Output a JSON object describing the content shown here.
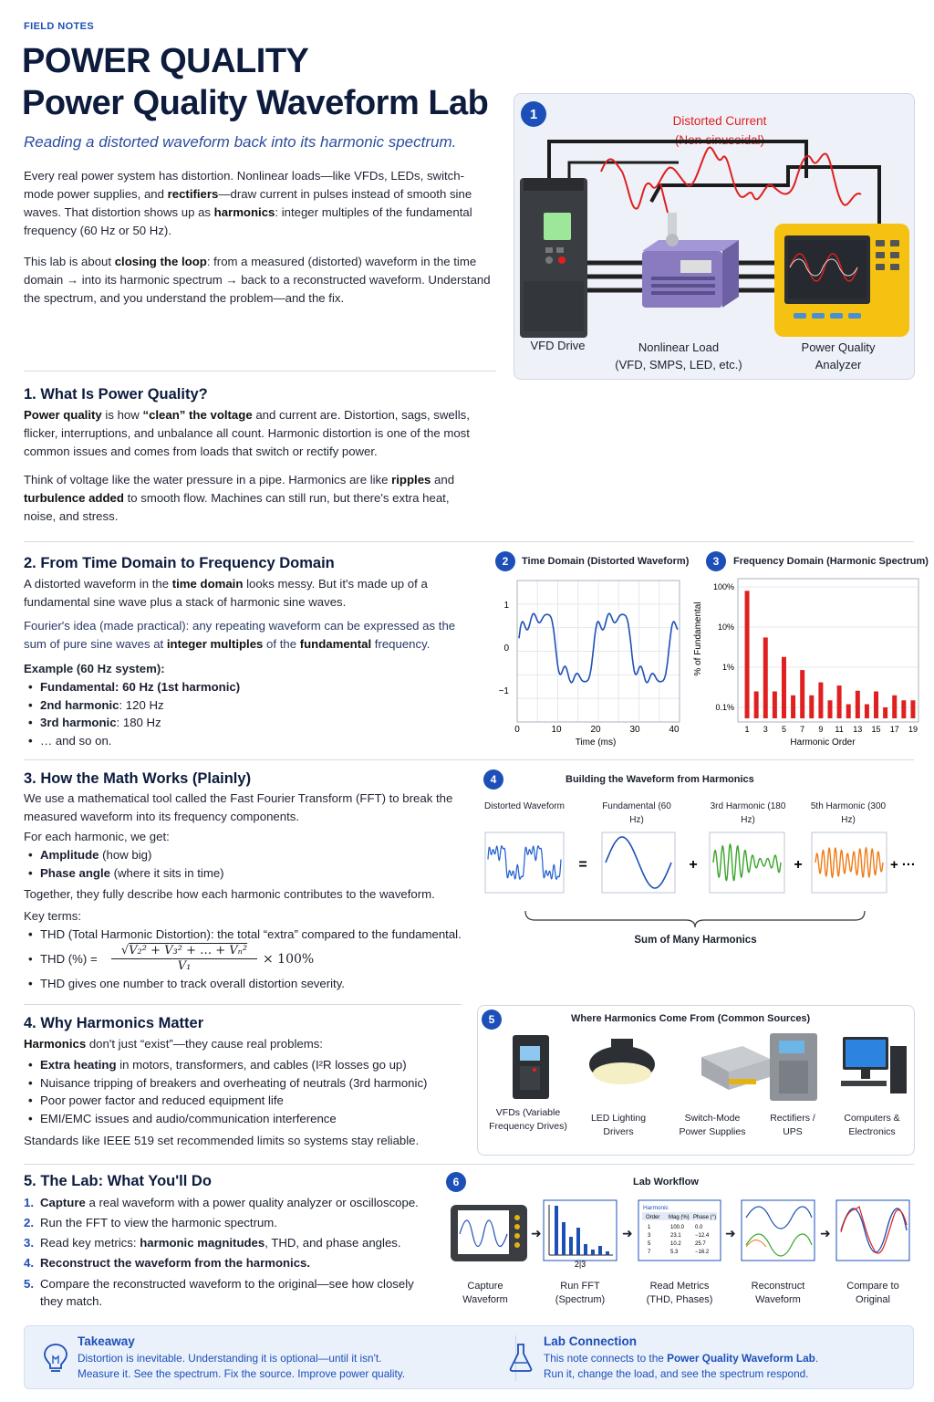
{
  "header": {
    "eyebrow": "FIELD NOTES",
    "title_line1": "POWER QUALITY",
    "title_line2": "Power Quality Waveform Lab",
    "subtitle": "Reading a distorted waveform back into its harmonic spectrum."
  },
  "intro": {
    "p1_a": "Every real power system has distortion. Nonlinear loads—like VFDs, LEDs, switch-mode power supplies, and ",
    "p1_b": "rectifiers",
    "p1_c": "—draw current in pulses instead of smooth sine waves. That distortion shows up as ",
    "p1_d": "harmonics",
    "p1_e": ": integer multiples of the fundamental frequency (60 Hz or 50 Hz).",
    "p2_a": "This lab is about ",
    "p2_b": "closing the loop",
    "p2_c": ": from a measured (distorted) waveform in the time domain → into its harmonic spectrum → back to a reconstructed waveform. Understand the spectrum, and you understand the problem—and the fix."
  },
  "hero": {
    "badge": "1",
    "distorted_label_1": "Distorted Current",
    "distorted_label_2": "(Non-sinusoidal)",
    "vfd": "VFD Drive",
    "load_1": "Nonlinear Load",
    "load_2": "(VFD, SMPS, LED, etc.)",
    "analyzer_1": "Power Quality",
    "analyzer_2": "Analyzer"
  },
  "s1": {
    "title": "1. What Is Power Quality?",
    "p1_a": "Power quality",
    "p1_b": " is how ",
    "p1_c": "“clean” the voltage",
    "p1_d": " and current are. Distortion, sags, swells, flicker, interruptions, and unbalance all count. Harmonic distortion is one of the most common issues and comes from loads that switch or rectify power.",
    "p2_a": "Think of voltage like the water pressure in a pipe. Harmonics are like ",
    "p2_b": "ripples",
    "p2_c": " and ",
    "p2_d": "turbulence added",
    "p2_e": " to smooth flow. Machines can still run, but there's extra heat, noise, and stress."
  },
  "s2": {
    "title": "2. From Time Domain to Frequency Domain",
    "p1_a": "A distorted waveform in the ",
    "p1_b": "time domain",
    "p1_c": " looks messy. But it's made up of a fundamental sine wave plus a stack of harmonic sine waves.",
    "p2_a": "Fourier's idea (made practical): any repeating waveform can be expressed as the sum of pure sine waves at ",
    "p2_b": "integer multiples",
    "p2_c": " of the ",
    "p2_d": "fundamental",
    "p2_e": " frequency.",
    "example": "Example (60 Hz system):",
    "items": [
      {
        "a": "Fundamental: 60 Hz (1st harmonic)",
        "b": ""
      },
      {
        "a": "2nd harmonic",
        "b": ": 120 Hz"
      },
      {
        "a": "3rd harmonic",
        "b": ": 180 Hz"
      },
      {
        "a": "… and so on.",
        "b": ""
      }
    ]
  },
  "chart_time": {
    "badge": "2",
    "title": "Time Domain (Distorted Waveform)",
    "xlabel": "Time (ms)",
    "yticks": [
      "1",
      "0",
      "−1"
    ],
    "xticks": [
      "0",
      "10",
      "20",
      "30",
      "40"
    ]
  },
  "chart_data": {
    "type": "bar",
    "title": "Frequency Domain (Harmonic Spectrum)",
    "xlabel": "Harmonic Order",
    "ylabel": "% of Fundamental",
    "log_y": true,
    "ylim": [
      0.05,
      100
    ],
    "ytick_labels": [
      "100%",
      "10%",
      "1%",
      "0.1%"
    ],
    "xtick_labels": [
      "1",
      "3",
      "5",
      "7",
      "9",
      "11",
      "13",
      "15",
      "17",
      "19"
    ],
    "categories": [
      1,
      2,
      3,
      4,
      5,
      6,
      7,
      8,
      9,
      10,
      11,
      12,
      13,
      14,
      15,
      16,
      17,
      18,
      19
    ],
    "values": [
      80,
      0.25,
      5.5,
      0.25,
      1.8,
      0.2,
      0.85,
      0.2,
      0.42,
      0.15,
      0.35,
      0.12,
      0.26,
      0.12,
      0.25,
      0.1,
      0.2,
      0.15,
      0.15
    ],
    "color": "#e02020",
    "grid": true
  },
  "spectrum_badge": "3",
  "s3": {
    "title": "3. How the Math Works (Plainly)",
    "p1": "We use a mathematical tool called the Fast Fourier Transform (FFT) to break the measured waveform into its frequency components.",
    "p2": "For each harmonic, we get:",
    "items": [
      {
        "a": "Amplitude",
        "b": " (how big)"
      },
      {
        "a": "Phase angle",
        "b": " (where it sits in time)"
      }
    ],
    "p3": "Together, they fully describe how each harmonic contributes to the waveform.",
    "key": "Key terms:",
    "thd_def": "THD (Total Harmonic Distortion): the total “extra” compared to the fundamental.",
    "thd_label": "THD (%) =",
    "thd_tail": "× 100%",
    "thd_den": "V",
    "thd_note": "THD gives one number to track overall distortion severity."
  },
  "build": {
    "badge": "4",
    "title": "Building the Waveform from Harmonics",
    "labels": [
      "Distorted Waveform",
      "Fundamental (60 Hz)",
      "3rd Harmonic (180 Hz)",
      "5th Harmonic (300 Hz)"
    ],
    "ops": [
      "=",
      "+",
      "+",
      "+ ···"
    ],
    "sum": "Sum of Many Harmonics"
  },
  "s4": {
    "title": "4. Why Harmonics Matter",
    "p1_a": "Harmonics",
    "p1_b": " don't just “exist”—they cause real problems:",
    "items": [
      {
        "a": "Extra heating",
        "b": " in motors, transformers, and cables (I²R losses go up)"
      },
      {
        "a": "",
        "b": "Nuisance tripping of breakers and overheating of neutrals (3rd harmonic)"
      },
      {
        "a": "",
        "b": "Poor power factor and reduced equipment life"
      },
      {
        "a": "",
        "b": "EMI/EMC issues and audio/communication interference"
      }
    ],
    "p2": "Standards like IEEE 519 set recommended limits so systems stay reliable."
  },
  "sources": {
    "badge": "5",
    "title": "Where Harmonics Come From (Common Sources)",
    "items": [
      "VFDs (Variable Frequency Drives)",
      "LED Lighting Drivers",
      "Switch-Mode Power Supplies",
      "Rectifiers / UPS",
      "Computers & Electronics"
    ]
  },
  "s5": {
    "title": "5. The Lab: What You'll Do",
    "items": [
      {
        "n": "1.",
        "a": "Capture",
        "b": " a real waveform with a power quality analyzer or oscilloscope."
      },
      {
        "n": "2.",
        "a": "",
        "b": "Run the FFT to view the harmonic spectrum."
      },
      {
        "n": "3.",
        "a": "",
        "b": "Read key metrics: ",
        "c": "harmonic magnitudes",
        "d": ", THD, and phase angles."
      },
      {
        "n": "4.",
        "a": "Reconstruct the waveform from the harmonics.",
        "b": ""
      },
      {
        "n": "5.",
        "a": "",
        "b": "Compare the reconstructed waveform to the original—see how closely they match."
      }
    ]
  },
  "workflow": {
    "badge": "6",
    "title": "Lab Workflow",
    "steps": [
      "Capture Waveform",
      "Run FFT (Spectrum)",
      "Read Metrics (THD, Phases)",
      "Reconstruct Waveform",
      "Compare to Original"
    ],
    "fft_tick": "2|3",
    "table": {
      "title": "Harmonic",
      "headers": [
        "Order",
        "Mag (%)",
        "Phase (°)"
      ],
      "rows": [
        [
          "1",
          "100.0",
          "0.0"
        ],
        [
          "3",
          "23.1",
          "−12.4"
        ],
        [
          "5",
          "10.2",
          "25.7"
        ],
        [
          "7",
          "5.3",
          "−16.2"
        ]
      ]
    }
  },
  "takeaway": {
    "title": "Takeaway",
    "line1": "Distortion is inevitable. Understanding it is optional—until it isn't.",
    "line2": "Measure it. See the spectrum. Fix the source. Improve power quality.",
    "lab_title": "Lab Connection",
    "lab_line1_a": "This note connects to the ",
    "lab_line1_b": "Power Quality Waveform Lab",
    "lab_line1_c": ".",
    "lab_line2": "Run it, change the load, and see the spectrum respond."
  }
}
